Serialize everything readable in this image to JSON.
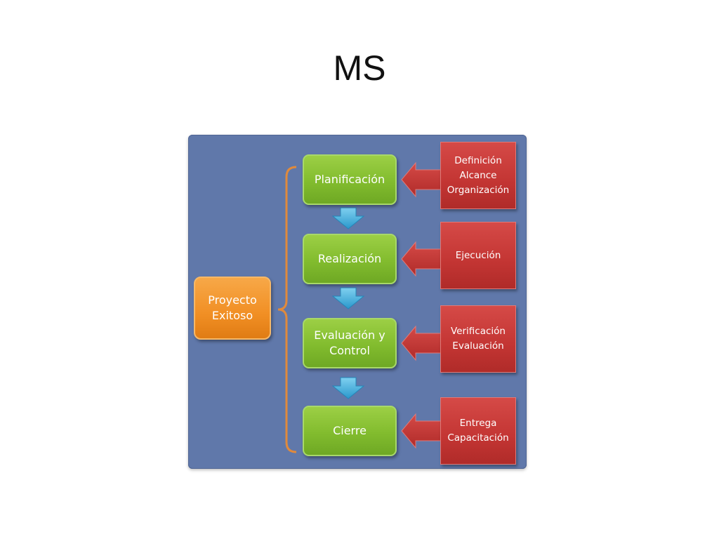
{
  "slide": {
    "title": "MS"
  },
  "diagram": {
    "goal": "Proyecto\nExitoso",
    "phases": [
      "Planificación",
      "Realización",
      "Evaluación y\nControl",
      "Cierre"
    ],
    "inputs": [
      "Definición\nAlcance\nOrganización",
      "Ejecución",
      "Verificación\nEvaluación",
      "Entrega\nCapacitación"
    ],
    "colors": {
      "panel": "#6078aa",
      "phase": "#86bf30",
      "goal": "#f28f24",
      "input": "#c33533",
      "flow_arrow": "#3aa8d8",
      "bracket": "#e08a3c"
    }
  }
}
